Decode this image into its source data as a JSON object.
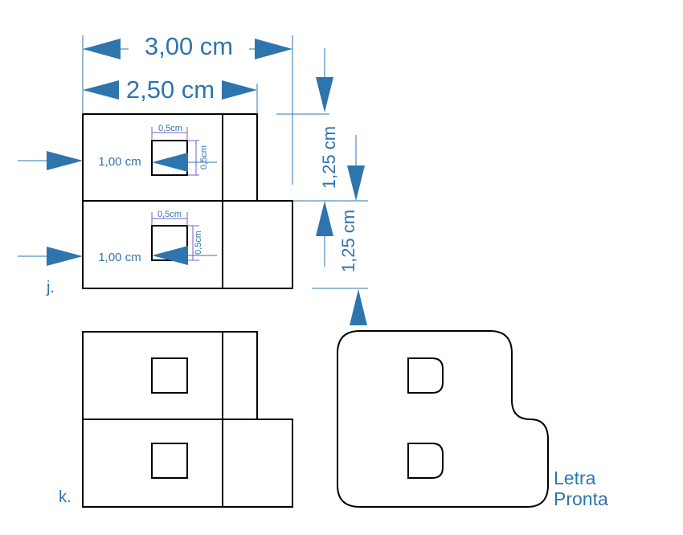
{
  "dimensions": {
    "width_outer": "3,00 cm",
    "width_inner": "2,50 cm",
    "height_top": "1,25 cm",
    "height_bottom": "1,25 cm",
    "hole_offset_top": "1,00 cm",
    "hole_offset_bottom": "1,00 cm",
    "hole_w_top": "0,5cm",
    "hole_h_top": "0,5cm",
    "hole_w_bottom": "0,5cm",
    "hole_h_bottom": "0,5cm"
  },
  "steps": {
    "j": "j.",
    "k": "k."
  },
  "brand": {
    "line1": "Letra",
    "line2": "Pronta"
  },
  "colors": {
    "accent": "#2f75ad",
    "outline": "#000000",
    "guide": "#7a5cc7"
  }
}
